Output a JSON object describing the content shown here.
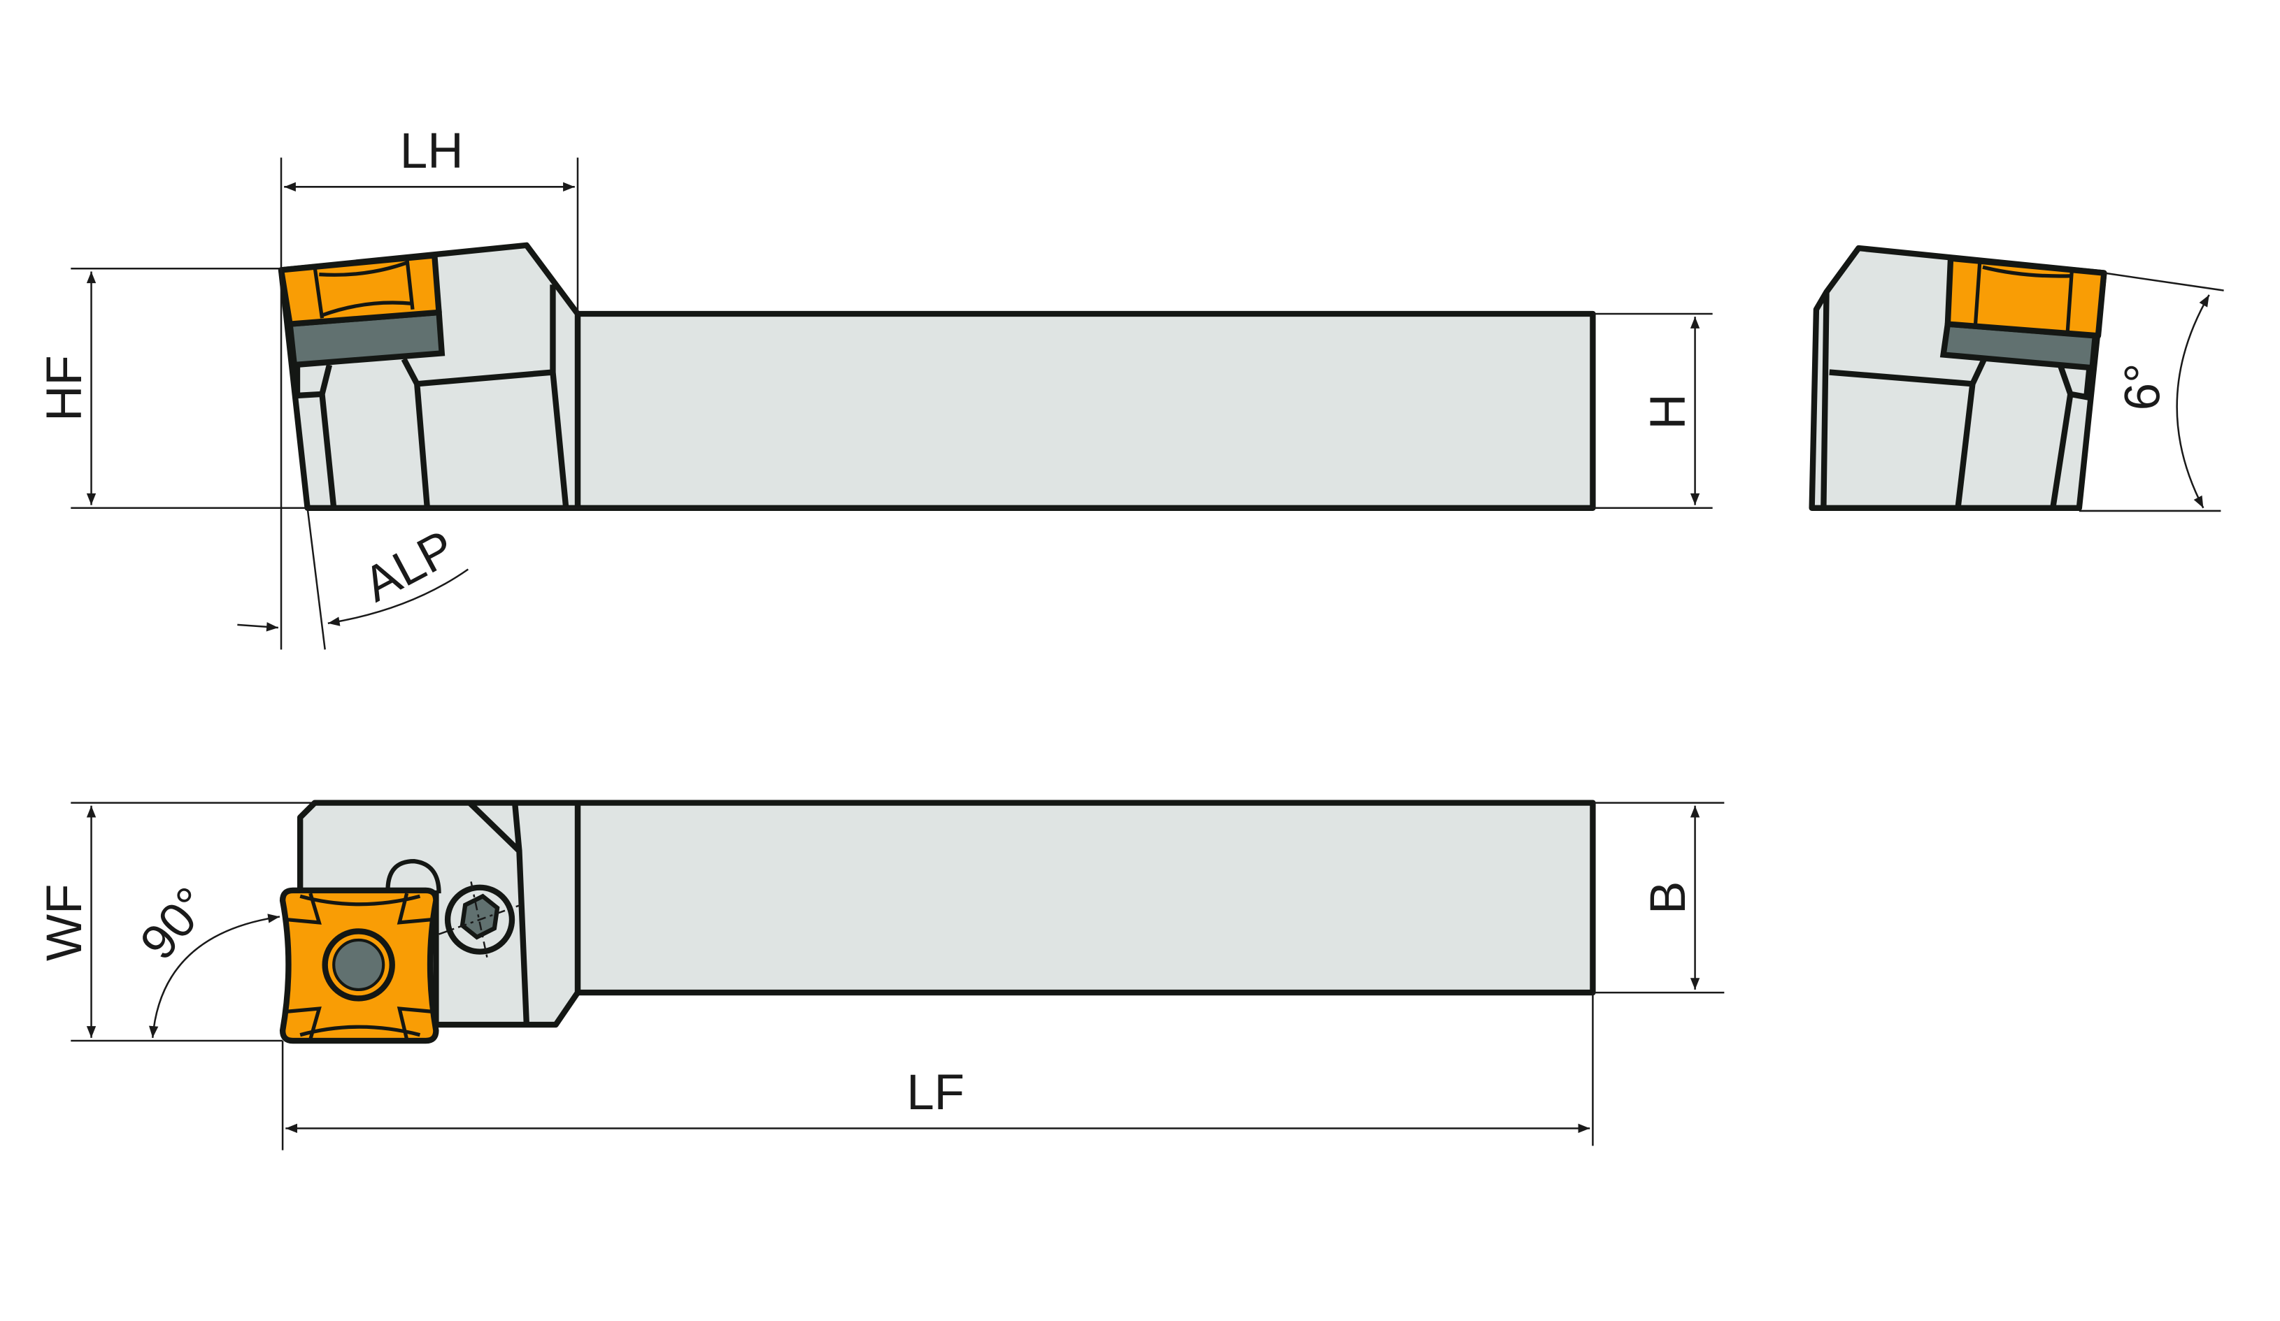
{
  "title": "Turning tool holder dimension drawing",
  "labels": {
    "lh": "LH",
    "hf": "HF",
    "h": "H",
    "alp": "ALP",
    "angle_6": "6°",
    "wf": "WF",
    "angle_90": "90°",
    "b": "B",
    "lf": "LF"
  },
  "colors": {
    "body": "#dfe4e3",
    "insert": "#f99d05",
    "shim": "#617170",
    "outline": "#141714"
  }
}
